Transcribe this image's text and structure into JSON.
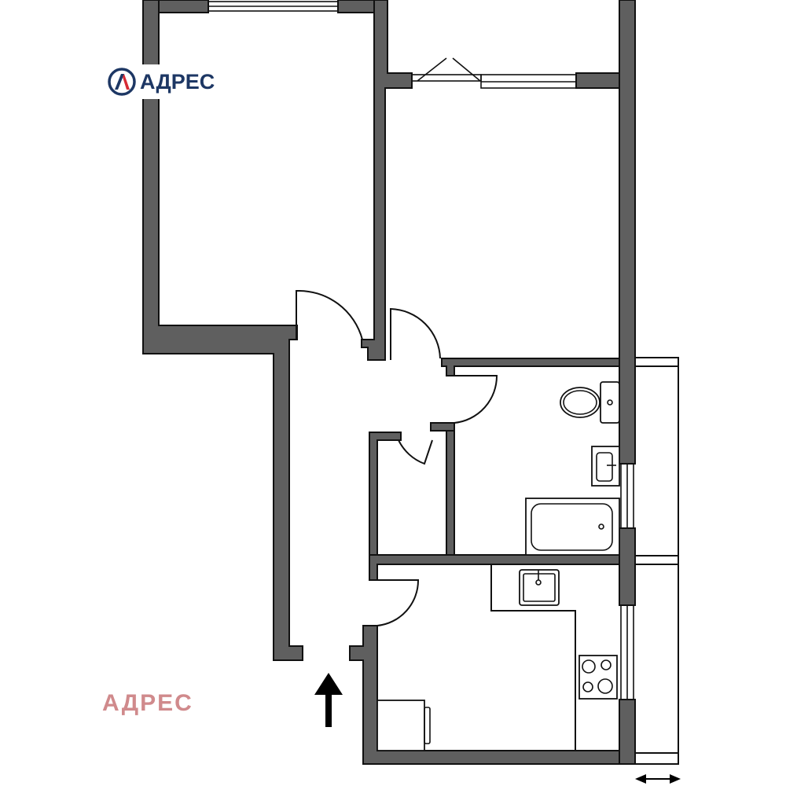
{
  "logo": {
    "icon": "agency-a-circle-logo",
    "text": "АДРЕС",
    "text_color": "#1d3764",
    "accent_color": "#d62a34"
  },
  "watermark": {
    "text": "АДРЕС",
    "color": "#d08a8c"
  },
  "plan": {
    "wall_color": "#5f5f5f",
    "rooms": [
      {
        "id": "room-left",
        "label": ""
      },
      {
        "id": "room-right",
        "label": ""
      },
      {
        "id": "hallway",
        "label": ""
      },
      {
        "id": "closet",
        "label": ""
      },
      {
        "id": "bathroom",
        "label": ""
      },
      {
        "id": "kitchen",
        "label": ""
      },
      {
        "id": "balcony-top",
        "label": ""
      },
      {
        "id": "balcony-right",
        "label": ""
      }
    ],
    "entrance_marker": "entrance-arrow-icon",
    "dimension_marker": "double-arrow-icon"
  }
}
